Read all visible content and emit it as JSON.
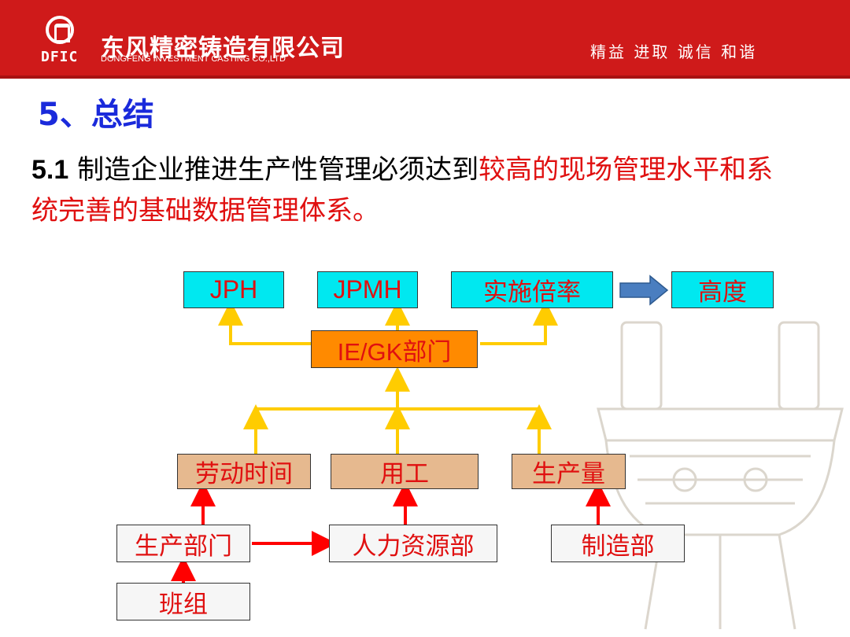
{
  "header": {
    "company_cn": "东风精密铸造有限公司",
    "company_en": "DONGFENG INVESTMENT CASTING CO.,LTD",
    "logo_abbr": "DFIC",
    "motto": "精益 进取 诚信 和谐"
  },
  "section_title": "5、总结",
  "body": {
    "num": "5.1",
    "normal": " 制造企业推进生产性管理必须达到",
    "highlight": "较高的现场管理水平和系统完善的基础数据管理体系。"
  },
  "diagram": {
    "top": {
      "jph": "JPH",
      "jpmh": "JPMH",
      "rate": "实施倍率",
      "height": "高度"
    },
    "dept": "IE/GK部门",
    "mid": {
      "labor_time": "劳动时间",
      "labor": "用工",
      "output": "生产量"
    },
    "low": {
      "production": "生产部门",
      "hr": "人力资源部",
      "manufacturing": "制造部"
    },
    "team": "班组"
  },
  "colors": {
    "header_red": "#cf1a1a",
    "title_blue": "#1a2adb",
    "highlight_red": "#e01010",
    "arrow_yellow": "#ffcc00",
    "arrow_red": "#ff0000",
    "arrow_blue": "#4a7ec0"
  }
}
